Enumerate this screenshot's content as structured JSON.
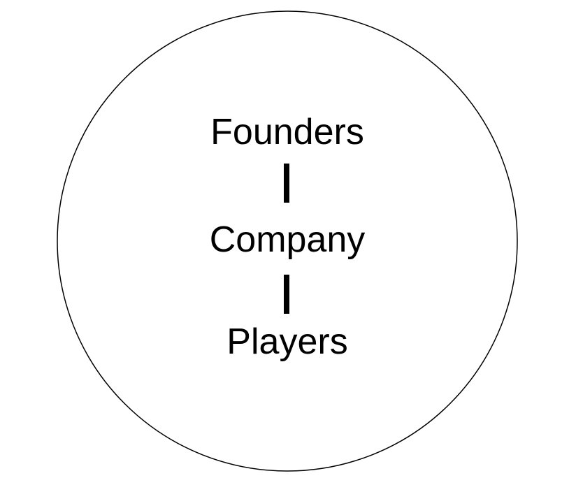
{
  "diagram": {
    "nodes": [
      {
        "id": "founders",
        "label": "Founders"
      },
      {
        "id": "company",
        "label": "Company"
      },
      {
        "id": "players",
        "label": "Players"
      }
    ],
    "edges": [
      {
        "from": "founders",
        "to": "company"
      },
      {
        "from": "company",
        "to": "players"
      }
    ]
  }
}
